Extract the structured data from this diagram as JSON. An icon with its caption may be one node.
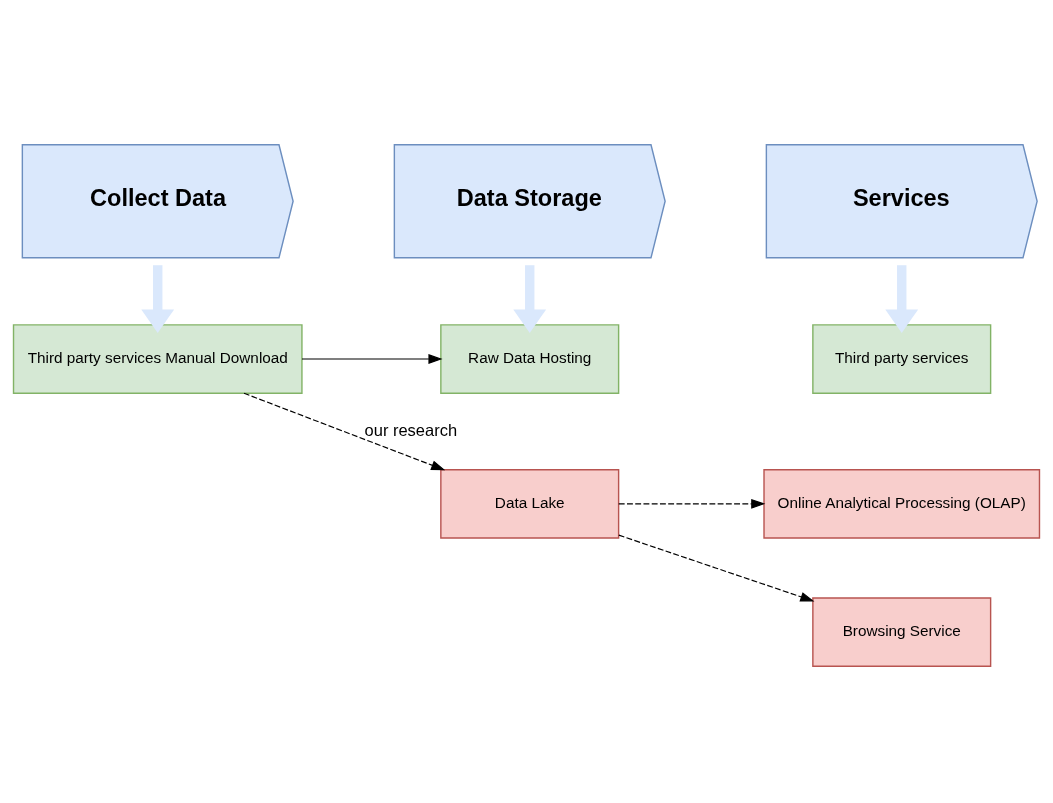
{
  "diagram": {
    "nodes": [
      {
        "text": [
          "Collect Data"
        ]
      },
      {
        "text": [
          "Data Storage"
        ]
      },
      {
        "text": [
          "Services"
        ]
      },
      {
        "text": [
          "Third party services Manual Download"
        ]
      },
      {
        "text": [
          "Raw Data Hosting"
        ]
      },
      {
        "text": [
          "Third party services"
        ]
      },
      {
        "text": [
          "Data Lake"
        ]
      },
      {
        "text": [
          "Online Analytical Processing (OLAP)"
        ]
      },
      {
        "text": [
          "Browsing Service"
        ]
      }
    ],
    "edges": [
      {
        "from": 0,
        "to": 3,
        "arrow": "to",
        "style": "thick",
        "color": "#dae8fc"
      },
      {
        "from": 1,
        "to": 4,
        "arrow": "to",
        "style": "thick",
        "color": "#dae8fc"
      },
      {
        "from": 2,
        "to": 5,
        "arrow": "to",
        "style": "thick",
        "color": "#dae8fc"
      },
      {
        "from": 3,
        "to": 4,
        "arrow": "to"
      },
      {
        "from": 3,
        "to": 6,
        "arrow": "to",
        "style": "dashed",
        "label": "our research"
      },
      {
        "from": 6,
        "to": 7,
        "arrow": "to",
        "style": "dashed"
      },
      {
        "from": 6,
        "to": 8,
        "arrow": "to",
        "style": "dashed"
      }
    ]
  }
}
